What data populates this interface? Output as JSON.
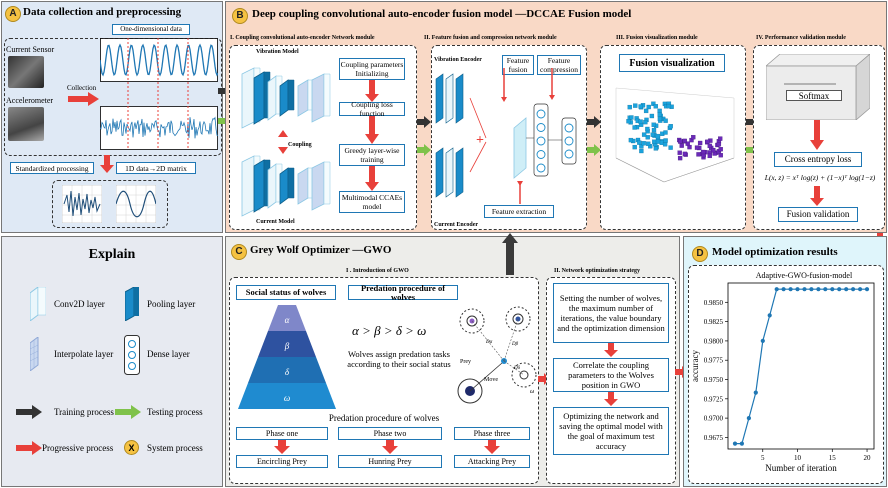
{
  "panel_a": {
    "letter": "A",
    "title": "Data collection and preprocessing",
    "current_sensor": "Current Sensor",
    "accelerometer": "Accelerometer",
    "collection": "Collection",
    "one_dim": "One-dimensional data",
    "standardized": "Standardized processing",
    "to_2d": "1D data→2D matrix"
  },
  "panel_b": {
    "letter": "B",
    "title": "Deep coupling convolutional auto-encoder fusion model —DCCAE Fusion model",
    "m1_title": "I. Coupling convolutional auto-encoder Network module",
    "vibration_model": "Vibration Model",
    "current_model": "Current Model",
    "coupling": "Coupling",
    "steps": [
      "Coupling parameters Initializing",
      "Coupling loss function",
      "Greedy layer-wise training",
      "Multimodal CCAEs model"
    ],
    "m2_title": "II. Feature fusion and compression network module",
    "vibration_encoder": "Vibration Encoder",
    "current_encoder": "Current Encoder",
    "feature_fusion": "Feature fusion",
    "feature_compression": "Feature compression",
    "feature_extraction": "Feature extraction",
    "m3_title": "III. Fusion visualization module",
    "fusion_visualization": "Fusion visualization",
    "m4_title": "IV. Performance validation module",
    "softmax": "Softmax",
    "cross_entropy": "Cross entropy loss",
    "formula": "L(x, z) = xᵀ log(z) + (1−x)ᵀ log(1−z)",
    "fusion_validation": "Fusion validation"
  },
  "panel_explain": {
    "title": "Explain",
    "items": [
      "Conv2D layer",
      "Pooling layer",
      "Interpolate layer",
      "Dense layer",
      "Training process",
      "Testing process",
      "Progressive process",
      "System process"
    ],
    "x_mark": "X"
  },
  "panel_c": {
    "letter": "C",
    "title": "Grey Wolf Optimizer —GWO",
    "intro_title": "I . Introduction of GWO",
    "social_status": "Social status of wolves",
    "predation_title": "Predation procedure of wolves",
    "hierarchy_formula": "α > β > δ > ω",
    "assign_text": "Wolves assign predation tasks according to their social status",
    "pyramid_labels": [
      "α",
      "β",
      "δ",
      "ω"
    ],
    "predation_caption": "Predation procedure of wolves",
    "phases": [
      "Phase one",
      "Phase two",
      "Phase three"
    ],
    "phase_actions": [
      "Encircling Prey",
      "Hunring Prey",
      "Attacking Prey"
    ],
    "diagram_labels": [
      "Prey",
      "Move",
      "Dα",
      "Dβ",
      "Dδ",
      "ω"
    ],
    "strategy_title": "II. Network optimization strategy",
    "strategy_steps": [
      "Setting the number of wolves, the maximum number of iterations, the value boundary and the optimization dimension",
      "Correlate the coupling parameters to the Wolves position in GWO",
      "Optimizing the network and saving the optimal model with the goal of maximum test accuracy"
    ]
  },
  "panel_d": {
    "letter": "D",
    "title": "Model optimization results"
  },
  "chart_data": {
    "type": "line",
    "title": "Adaptive-GWO-fusion-model",
    "xlabel": "Number of iteration",
    "ylabel": "accuracy",
    "x": [
      1,
      2,
      3,
      4,
      5,
      6,
      7,
      8,
      9,
      10,
      11,
      12,
      13,
      14,
      15,
      16,
      17,
      18,
      19,
      20
    ],
    "y": [
      0.9667,
      0.9667,
      0.97,
      0.9733,
      0.98,
      0.9833,
      0.9867,
      0.9867,
      0.9867,
      0.9867,
      0.9867,
      0.9867,
      0.9867,
      0.9867,
      0.9867,
      0.9867,
      0.9867,
      0.9867,
      0.9867,
      0.9867
    ],
    "xticks": [
      5,
      10,
      15,
      20
    ],
    "yticks": [
      0.9675,
      0.97,
      0.9725,
      0.975,
      0.9775,
      0.98,
      0.9825,
      0.985
    ],
    "ytick_labels": [
      "0.9675",
      "0.9700",
      "0.9725",
      "0.9750",
      "0.9775",
      "0.9800",
      "0.9825",
      "0.9850"
    ],
    "xlim": [
      0,
      21
    ],
    "ylim": [
      0.966,
      0.9875
    ],
    "grid": false,
    "line_color": "#1f77b4"
  }
}
